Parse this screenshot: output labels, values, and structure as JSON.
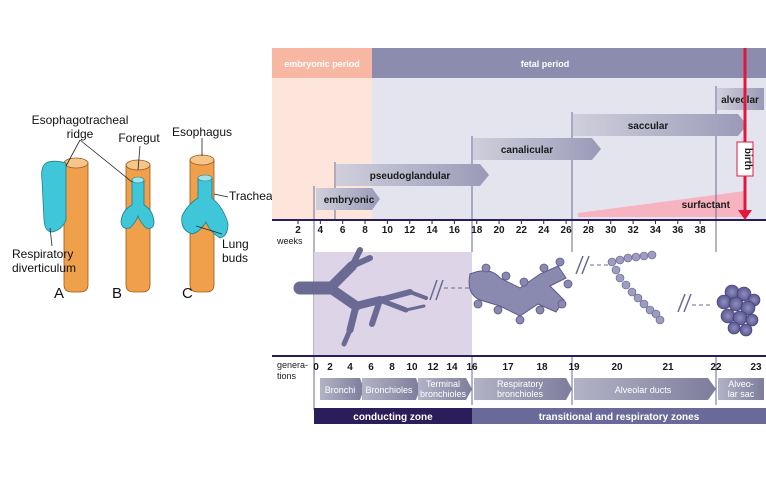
{
  "left_figure": {
    "labels": {
      "ridge_line1": "Esophagotracheal",
      "ridge_line2": "ridge",
      "foregut": "Foregut",
      "esophagus": "Esophagus",
      "trachea": "Trachea",
      "resp_line1": "Respiratory",
      "resp_line2": "diverticulum",
      "lung_line1": "Lung",
      "lung_line2": "buds"
    },
    "panels": [
      "A",
      "B",
      "C"
    ],
    "colors": {
      "tube": "#f0a04a",
      "bud": "#3fc6d8"
    }
  },
  "timeline": {
    "periods": {
      "embryonic": "embryonic period",
      "fetal": "fetal period"
    },
    "stages": {
      "embryonic": "embryonic",
      "pseudoglandular": "pseudoglandular",
      "canalicular": "canalicular",
      "saccular": "saccular",
      "alveolar": "alveolar",
      "surfactant": "surfactant",
      "birth": "birth"
    },
    "weeks_label": "weeks",
    "week_ticks": [
      "2",
      "4",
      "6",
      "8",
      "10",
      "12",
      "14",
      "16",
      "18",
      "20",
      "22",
      "24",
      "26",
      "28",
      "30",
      "32",
      "34",
      "36",
      "38"
    ],
    "generations_label_line1": "genera-",
    "generations_label_line2": "tions",
    "gen_ticks_top": [
      "0",
      "2",
      "4",
      "6",
      "8",
      "10",
      "12",
      "14",
      "16"
    ],
    "gen_ticks_sparse": [
      "17",
      "18",
      "19",
      "20",
      "21",
      "22",
      "23"
    ],
    "segments": {
      "bronchi": "Bronchi",
      "bronchioles": "Bronchioles",
      "terminal_line1": "Terminal",
      "terminal_line2": "bronchioles",
      "resp_line1": "Respiratory",
      "resp_line2": "bronchioles",
      "alveolar_ducts": "Alveolar ducts",
      "sac_line1": "Alveo-",
      "sac_line2": "lar sac"
    },
    "zones": {
      "conducting": "conducting zone",
      "transitional": "transitional and respiratory zones"
    },
    "colors": {
      "embryonic_period": "#f7b7a3",
      "fetal_period": "#8c8caf",
      "conducting_zone": "#2a1d5a",
      "transitional_zone": "#6a6a9a",
      "birth_line": "#e0183c",
      "structure": "#6a6a95"
    }
  }
}
